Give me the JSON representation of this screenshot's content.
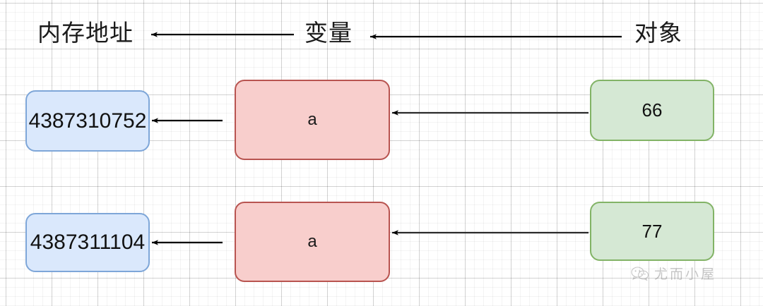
{
  "diagram": {
    "title_row": {
      "memory_address_label": "内存地址",
      "variable_label": "变量",
      "object_label": "对象"
    },
    "rows": [
      {
        "address": "4387310752",
        "variable": "a",
        "object": "66"
      },
      {
        "address": "4387311104",
        "variable": "a",
        "object": "77"
      }
    ],
    "colors": {
      "address_fill": "#dae8fc",
      "address_stroke": "#7ea6d8",
      "variable_fill": "#f8cecc",
      "variable_stroke": "#b85450",
      "object_fill": "#d5e8d4",
      "object_stroke": "#82b366",
      "arrow": "#000000",
      "grid": "#d9d9d9"
    },
    "watermark": {
      "text": "尤而小屋",
      "icon": "wechat-icon"
    }
  }
}
